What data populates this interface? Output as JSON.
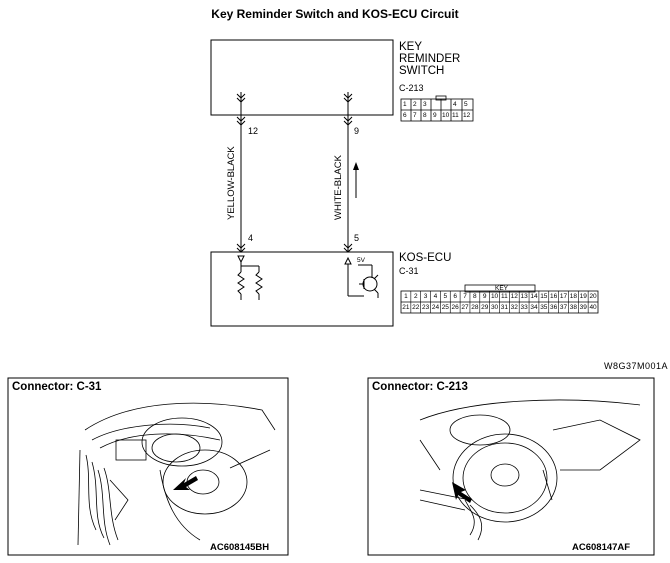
{
  "title": "Key Reminder Switch and KOS-ECU Circuit",
  "key_switch": {
    "name_line1": "KEY",
    "name_line2": "REMINDER",
    "name_line3": "SWITCH",
    "connector": "C-213",
    "pins_row1": [
      "1",
      "2",
      "3",
      "",
      "4",
      "5"
    ],
    "pins_row2": [
      "6",
      "7",
      "8",
      "9",
      "10",
      "11",
      "12"
    ]
  },
  "kos_ecu": {
    "name": "KOS-ECU",
    "connector": "C-31",
    "voltage": "5V",
    "connector_key_label": "KEY",
    "pins_row1": [
      "1",
      "2",
      "3",
      "4",
      "5",
      "6",
      "7",
      "8",
      "9",
      "10",
      "11",
      "12",
      "13",
      "14",
      "15",
      "16",
      "17",
      "18",
      "19",
      "20"
    ],
    "pins_row2": [
      "21",
      "22",
      "23",
      "24",
      "25",
      "26",
      "27",
      "28",
      "29",
      "30",
      "31",
      "32",
      "33",
      "34",
      "35",
      "36",
      "37",
      "38",
      "39",
      "40"
    ]
  },
  "wires": [
    {
      "color_label": "YELLOW-BLACK",
      "top_pin": "12",
      "bottom_pin": "4"
    },
    {
      "color_label": "WHITE-BLACK",
      "top_pin": "9",
      "bottom_pin": "5"
    }
  ],
  "diagram_code": "W8G37M001A",
  "panels": [
    {
      "title": "Connector: C-31",
      "figure_code": "AC608145BH"
    },
    {
      "title": "Connector: C-213",
      "figure_code": "AC608147AF"
    }
  ]
}
